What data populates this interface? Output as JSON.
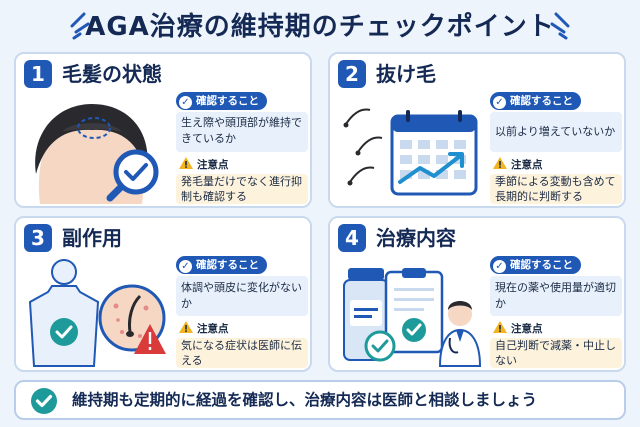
{
  "title": "AGA治療の維持期のチェックポイント",
  "cards": [
    {
      "number": "1",
      "title": "毛髪の状態",
      "confirm_label": "確認すること",
      "confirm_text": "生え際や頭頂部が維持できているか",
      "caution_label": "注意点",
      "caution_text": "発毛量だけでなく進行抑制も確認する"
    },
    {
      "number": "2",
      "title": "抜け毛",
      "confirm_label": "確認すること",
      "confirm_text": "以前より増えていないか",
      "caution_label": "注意点",
      "caution_text": "季節による変動も含めて長期的に判断する"
    },
    {
      "number": "3",
      "title": "副作用",
      "confirm_label": "確認すること",
      "confirm_text": "体調や頭皮に変化がないか",
      "caution_label": "注意点",
      "caution_text": "気になる症状は医師に伝える"
    },
    {
      "number": "4",
      "title": "治療内容",
      "confirm_label": "確認すること",
      "confirm_text": "現在の薬や使用量が適切か",
      "caution_label": "注意点",
      "caution_text": "自己判断で減薬・中止しない"
    }
  ],
  "footer": {
    "text": "維持期も定期的に経過を確認し、治療内容は医師と相談しましょう"
  },
  "colors": {
    "primary": "#1f58b5",
    "navy": "#142a55",
    "confirm_bg": "#e8f0fb",
    "caution_bg": "#fdf3dd",
    "caution_icon": "#f2b420",
    "alert_red": "#d93a3a"
  },
  "icons": [
    "sparkle-icon",
    "check-circle-icon",
    "warning-triangle-icon",
    "magnifier-icon",
    "calendar-icon",
    "trend-arrow-icon",
    "medicine-bottle-icon",
    "clipboard-icon",
    "doctor-icon"
  ]
}
